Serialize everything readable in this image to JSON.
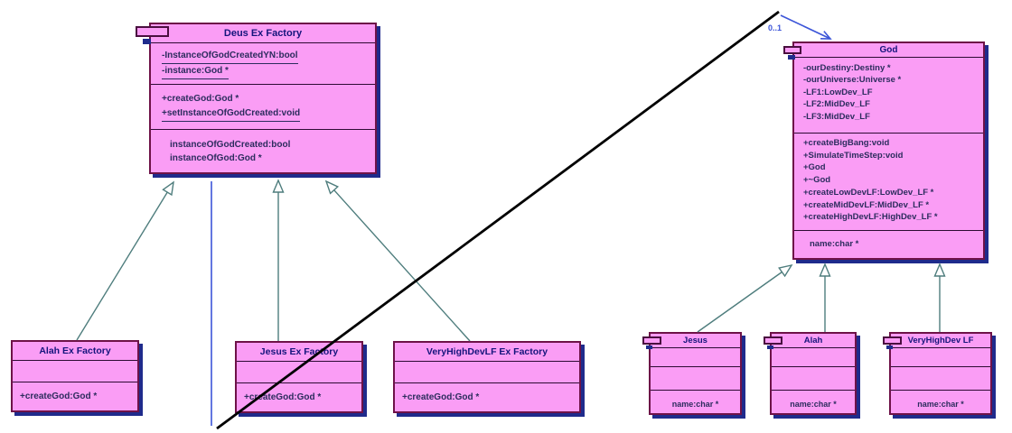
{
  "colors": {
    "class_fill": "#fa9df5",
    "class_border": "#6e1248",
    "drop_shadow": "#1f2b8c",
    "separator": "#2d0a33",
    "title_text": "#14147c",
    "member_text": "#2c2c5e",
    "generalization_line": "#4e7d7d",
    "association_line": "#3c55d8",
    "crossing_line": "#000000"
  },
  "labels": {
    "multiplicity": "0..1"
  },
  "classes": {
    "deus_ex_factory": {
      "title": "Deus Ex Factory",
      "attributes": [
        {
          "text": "-InstanceOfGodCreatedYN:bool",
          "underline": true
        },
        {
          "text": "-instance:God *",
          "underline": true
        }
      ],
      "methods": [
        {
          "text": "+createGod:God *",
          "underline": false
        },
        {
          "text": "+setInstanceOfGodCreated:void",
          "underline": true
        }
      ],
      "properties": [
        {
          "text": "instanceOfGodCreated:bool",
          "underline": false
        },
        {
          "text": "instanceOfGod:God *",
          "underline": false
        }
      ]
    },
    "god": {
      "title": "God",
      "attributes": [
        {
          "text": "-ourDestiny:Destiny *",
          "underline": false
        },
        {
          "text": "-ourUniverse:Universe *",
          "underline": false
        },
        {
          "text": "-LF1:LowDev_LF",
          "underline": false
        },
        {
          "text": "-LF2:MidDev_LF",
          "underline": false
        },
        {
          "text": "-LF3:MidDev_LF",
          "underline": false
        }
      ],
      "methods": [
        {
          "text": "+createBigBang:void",
          "underline": false
        },
        {
          "text": "+SimulateTimeStep:void",
          "underline": false
        },
        {
          "text": "+God",
          "underline": false
        },
        {
          "text": "+~God",
          "underline": false
        },
        {
          "text": "+createLowDevLF:LowDev_LF *",
          "underline": false
        },
        {
          "text": "+createMidDevLF:MidDev_LF *",
          "underline": false
        },
        {
          "text": "+createHighDevLF:HighDev_LF *",
          "underline": false
        }
      ],
      "properties": [
        {
          "text": "name:char *",
          "underline": false
        }
      ]
    },
    "alah_ex_factory": {
      "title": "Alah Ex Factory",
      "methods": [
        {
          "text": "+createGod:God *",
          "underline": false
        }
      ]
    },
    "jesus_ex_factory": {
      "title": "Jesus Ex Factory",
      "methods": [
        {
          "text": "+createGod:God *",
          "underline": false
        }
      ]
    },
    "veryhighdevlf_ex_factory": {
      "title": "VeryHighDevLF Ex Factory",
      "methods": [
        {
          "text": "+createGod:God *",
          "underline": false
        }
      ]
    },
    "jesus": {
      "title": "Jesus",
      "properties": [
        {
          "text": "name:char *",
          "underline": false
        }
      ]
    },
    "alah": {
      "title": "Alah",
      "properties": [
        {
          "text": "name:char *",
          "underline": false
        }
      ]
    },
    "veryhighdev_lf": {
      "title": "VeryHighDev LF",
      "properties": [
        {
          "text": "name:char *",
          "underline": false
        }
      ]
    }
  }
}
